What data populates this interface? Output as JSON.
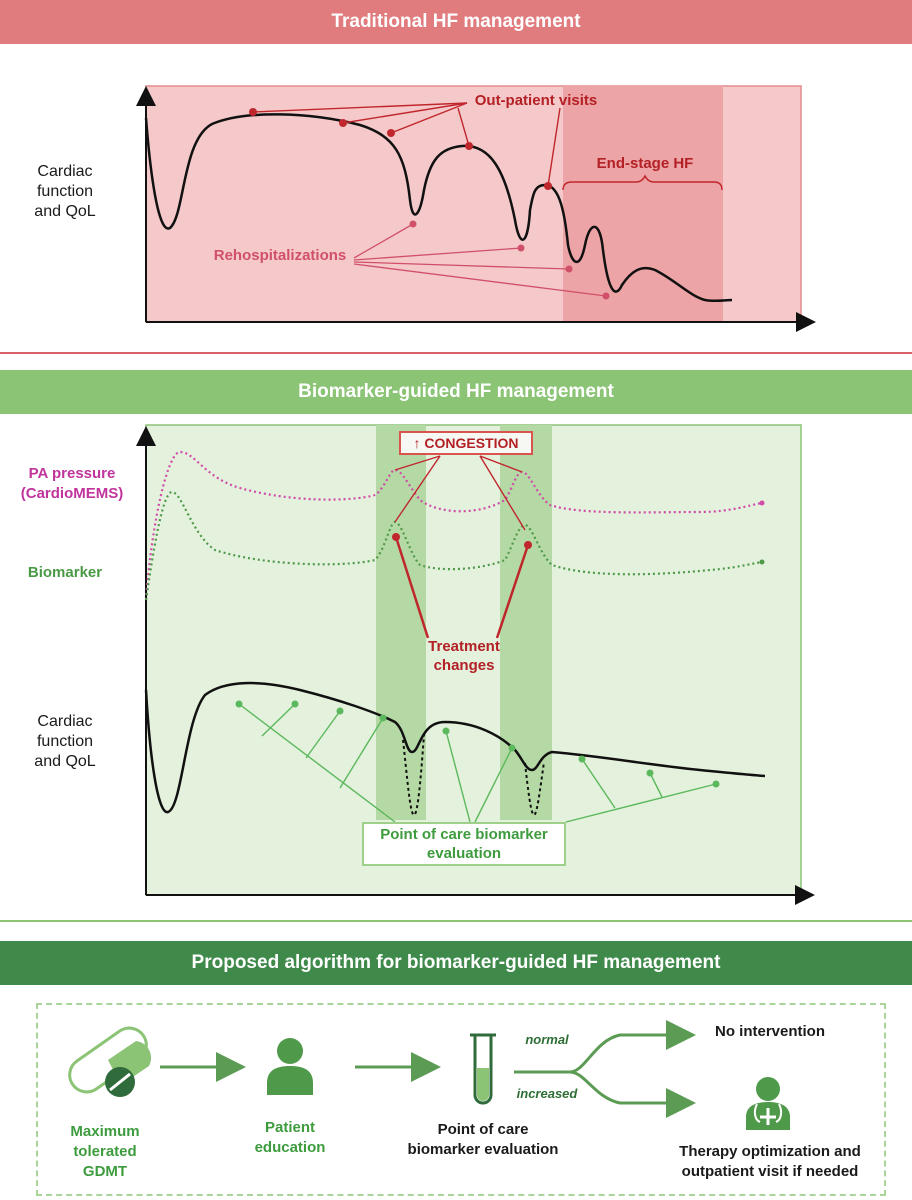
{
  "sections": {
    "traditional_title": "Traditional HF management",
    "biomarker_title": "Biomarker-guided HF management",
    "algorithm_title": "Proposed algorithm for biomarker-guided HF management"
  },
  "traditional": {
    "y_axis_label_line1": "Cardiac",
    "y_axis_label_line2": "function",
    "y_axis_label_line3": "and QoL",
    "outpatient_label": "Out-patient visits",
    "end_stage_label": "End-stage HF",
    "rehosp_label": "Rehospitalizations"
  },
  "biomarker_guided": {
    "pa_label_line1": "PA pressure",
    "pa_label_line2": "(CardioMEMS)",
    "biomarker_label": "Biomarker",
    "congestion_label": "↑ CONGESTION",
    "treatment_line1": "Treatment",
    "treatment_line2": "changes",
    "cardiac_line1": "Cardiac",
    "cardiac_line2": "function",
    "cardiac_line3": "and QoL",
    "poc_line1": "Point of care biomarker",
    "poc_line2": "evaluation"
  },
  "algorithm": {
    "step1_line1": "Maximum",
    "step1_line2": "tolerated",
    "step1_line3": "GDMT",
    "step2_line1": "Patient",
    "step2_line2": "education",
    "step3_line1": "Point of care",
    "step3_line2": "biomarker evaluation",
    "branch_normal": "normal",
    "branch_increased": "increased",
    "outcome_none": "No intervention",
    "outcome_therapy_line1": "Therapy optimization and",
    "outcome_therapy_line2": "outpatient visit if needed"
  },
  "icons": [
    "pill-capsule-icon",
    "patient-person-icon",
    "test-tube-icon",
    "doctor-icon"
  ],
  "colors": {
    "traditional_band": "#e07b7e",
    "traditional_panel": "#f5c9ca",
    "end_stage_shade": "#eda4a6",
    "biomarker_band": "#8cc476",
    "biomarker_panel": "#e4f1dd",
    "congestion_shade": "#b5d9a5",
    "algorithm_band": "#3f8a4a",
    "pa_curve": "#d04aa8",
    "biomarker_curve": "#4f9a4a",
    "red_accent": "#c0272d"
  }
}
